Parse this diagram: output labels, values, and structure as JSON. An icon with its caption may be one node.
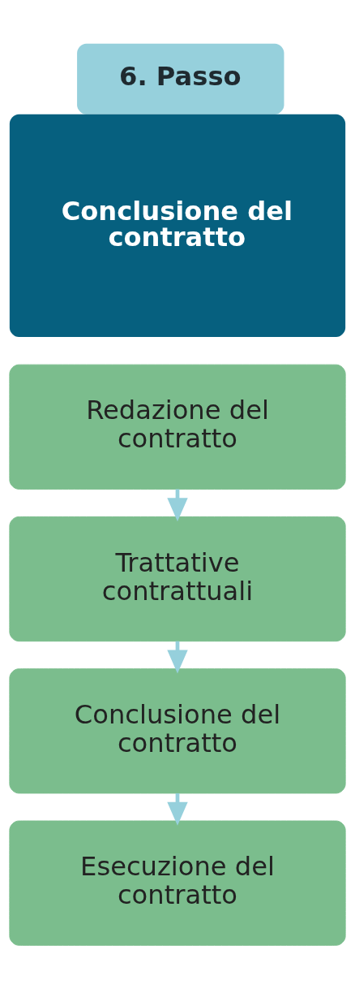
{
  "diagram": {
    "nodes": [
      {
        "text": [
          "6. Passo",
          "Conclusione del contratto"
        ]
      },
      {
        "text": [
          "Redazione del contratto"
        ]
      },
      {
        "text": [
          "Trattative contrattuali"
        ]
      },
      {
        "text": [
          "Conclusione del contratto"
        ]
      },
      {
        "text": [
          "Esecuzione del contratto"
        ]
      }
    ],
    "edges": [
      {
        "from": 1,
        "to": 2,
        "arrow": "to"
      },
      {
        "from": 2,
        "to": 3,
        "arrow": "to"
      },
      {
        "from": 3,
        "to": 4,
        "arrow": "to"
      }
    ]
  }
}
